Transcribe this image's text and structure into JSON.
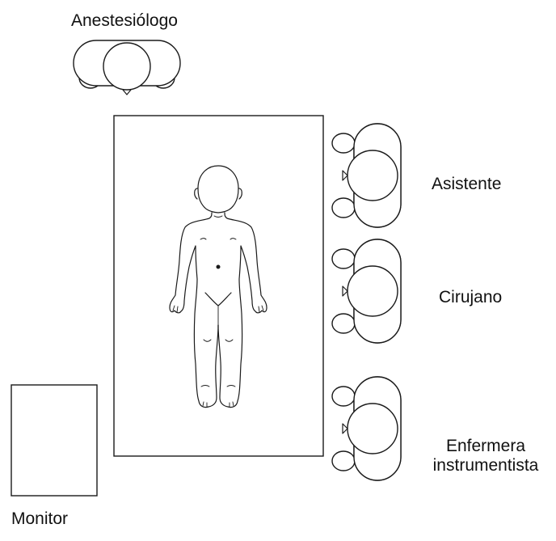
{
  "labels": {
    "anesthesiologist": "Anestesiólogo",
    "assistant": "Asistente",
    "surgeon": "Cirujano",
    "nurse_line1": "Enfermera",
    "nurse_line2": "instrumentista",
    "monitor": "Monitor"
  }
}
